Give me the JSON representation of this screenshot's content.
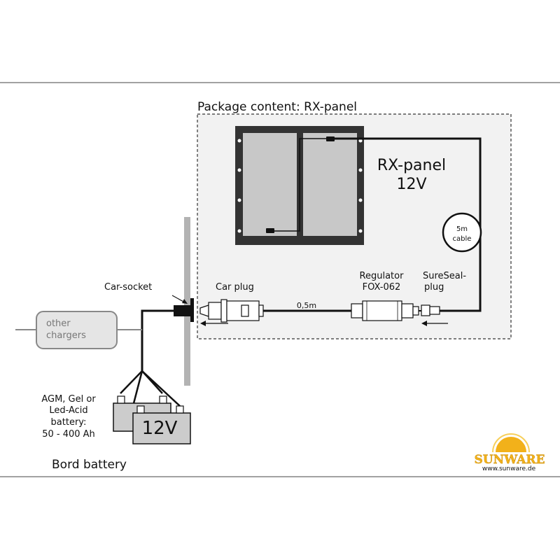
{
  "package": {
    "title": "Package content: RX-panel",
    "panel_name": "RX-panel",
    "panel_voltage": "12V",
    "cable_length": "5m",
    "cable_word": "cable",
    "regulator_label": "Regulator",
    "regulator_model": "FOX-062",
    "sureseal_line1": "SureSeal-",
    "sureseal_line2": "plug",
    "car_plug_label": "Car plug",
    "short_cable_length": "0,5m"
  },
  "vehicle": {
    "car_socket_label": "Car-socket",
    "other_chargers_line1": "other",
    "other_chargers_line2": "chargers",
    "battery_desc": [
      "AGM, Gel or",
      "Led-Acid",
      "battery:",
      "50 - 400 Ah"
    ],
    "battery_voltage": "12V",
    "bord_battery_label": "Bord battery"
  },
  "brand": {
    "logo_text": "SUNWARE",
    "url": "www.sunware.de"
  },
  "colors": {
    "panel_frame": "#333333",
    "panel_cell": "#c8c8c8",
    "package_bg": "#f2f2f2",
    "battery_fill": "#cccccc",
    "logo_yellow": "#f2b11a"
  }
}
